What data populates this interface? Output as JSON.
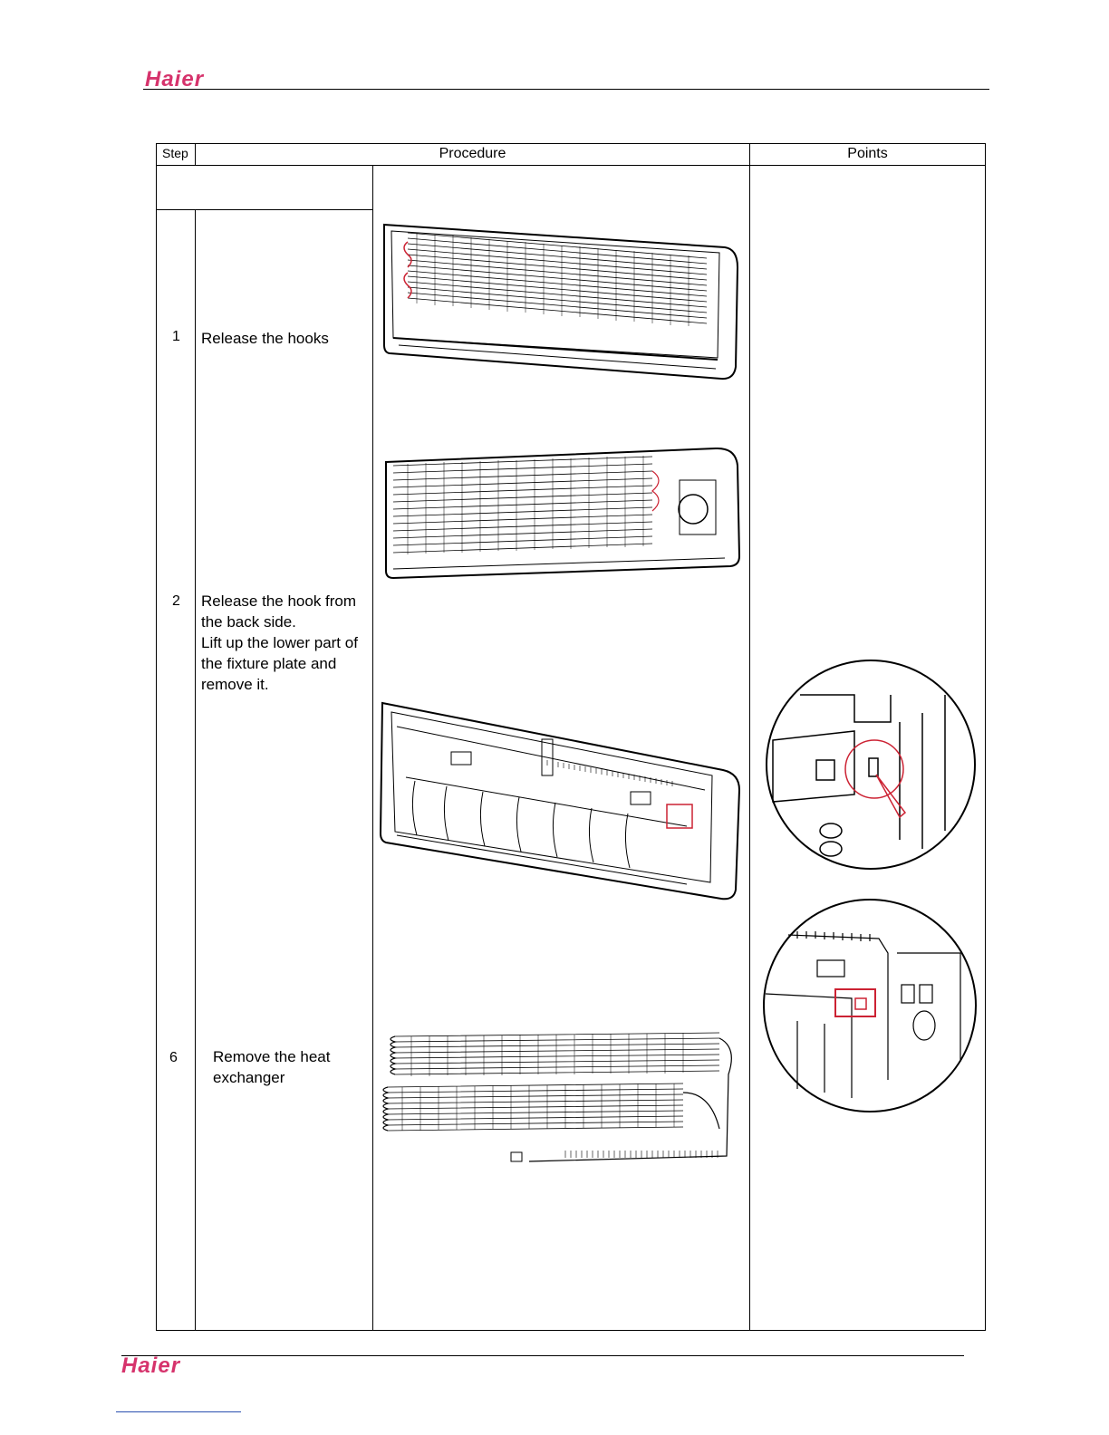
{
  "header": {
    "logo_text": "Haier"
  },
  "footer": {
    "logo_text": "Haier"
  },
  "table": {
    "col_step": "Step",
    "col_procedure": "Procedure",
    "col_points": "Points"
  },
  "steps": [
    {
      "number": "1",
      "lines": [
        "Release the  hooks"
      ]
    },
    {
      "number": "2",
      "lines": [
        "Release the hook from",
        "the back side.",
        "Lift up the lower part of",
        "the fixture plate and",
        "remove it."
      ]
    },
    {
      "number": "6",
      "lines": [
        "Remove the heat",
        "exchanger"
      ]
    }
  ],
  "colors": {
    "brand": "#d6336c",
    "highlight": "#cc2233",
    "link": "#2a4fb0"
  }
}
